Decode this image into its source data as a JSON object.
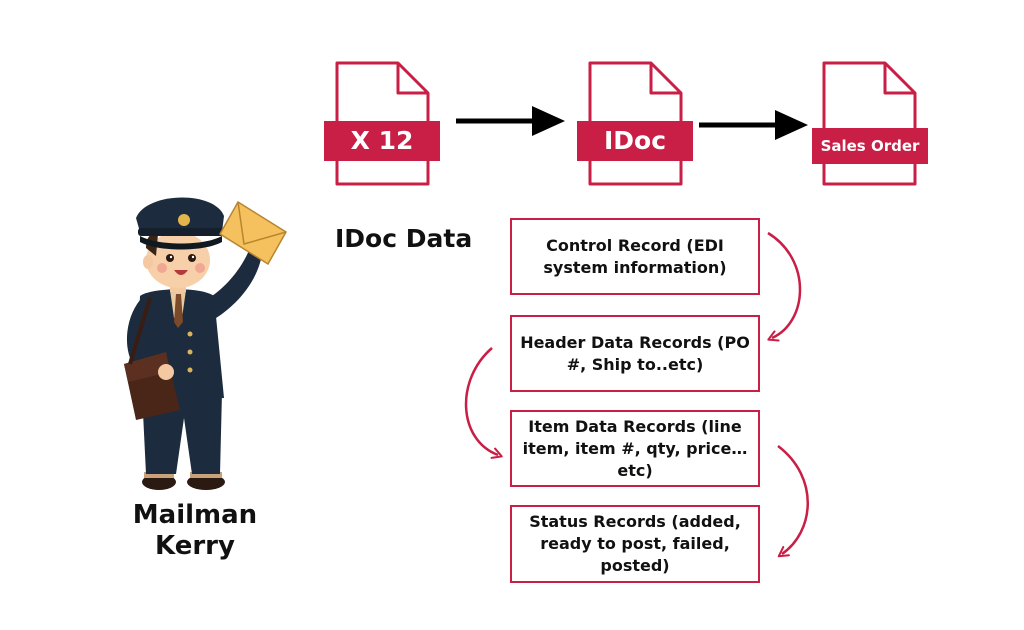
{
  "flow": {
    "doc1": "X 12",
    "doc2": "IDoc",
    "doc3": "Sales Order"
  },
  "idoc_data_title": "IDoc Data",
  "records": {
    "control": "Control Record (EDI system information)",
    "header": "Header Data Records (PO #, Ship to..etc)",
    "item": "Item Data Records (line item, item #, qty, price… etc)",
    "status": "Status Records (added, ready to post, failed, posted)"
  },
  "mailman": {
    "name_line1": "Mailman",
    "name_line2": "Kerry"
  },
  "colors": {
    "accent_red": "#c91e45",
    "arrow_black": "#000000",
    "uniform_navy": "#1c2b3d",
    "envelope_yellow": "#f4c15e"
  }
}
